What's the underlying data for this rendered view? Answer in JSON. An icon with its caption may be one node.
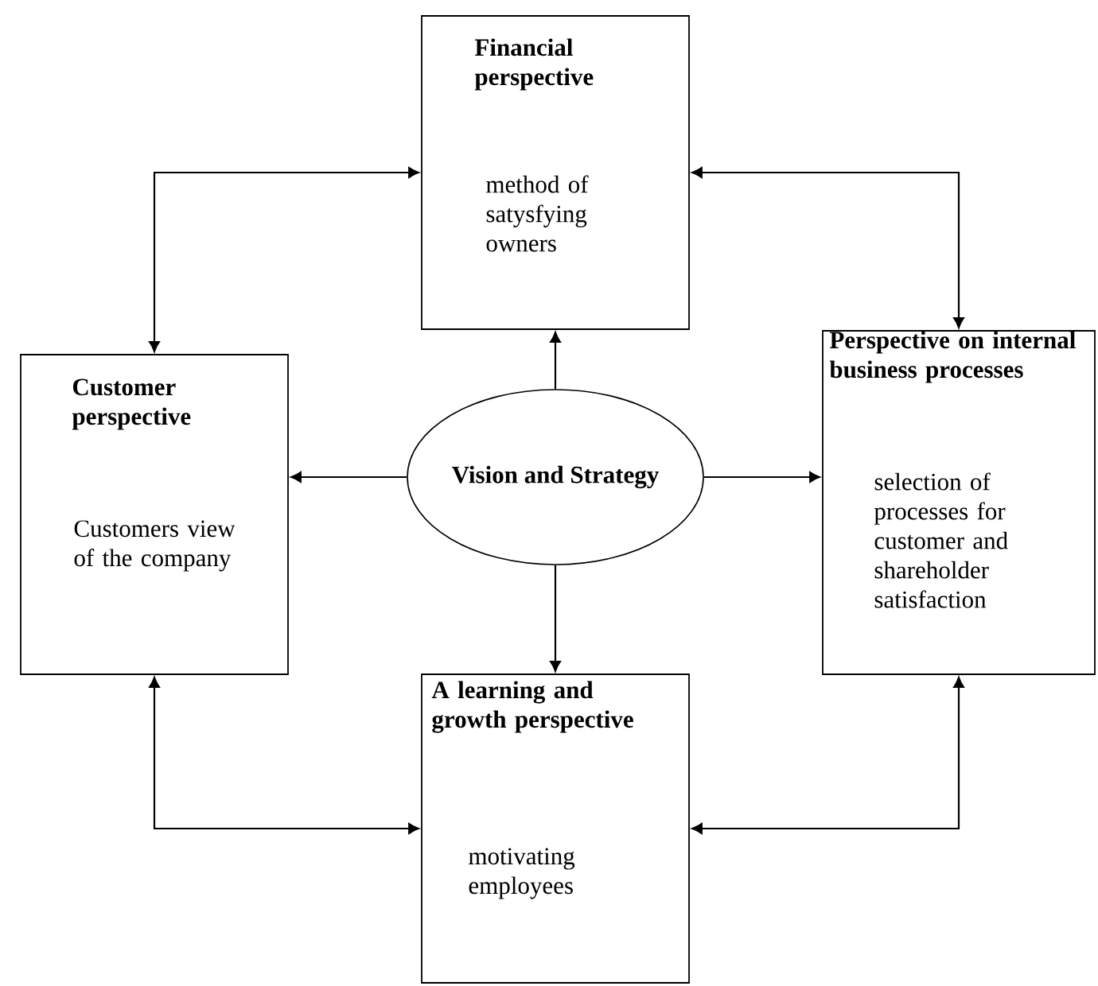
{
  "diagram": {
    "nodes": [
      {
        "text": [
          "Financial perspective",
          "method of satysfying owners"
        ]
      },
      {
        "text": [
          "Customer perspective",
          "Customers view of the company"
        ]
      },
      {
        "text": [
          "Vision and Strategy"
        ]
      },
      {
        "text": [
          "Perspective on internal business processes",
          "selection of processes for customer and shareholder satisfaction"
        ]
      },
      {
        "text": [
          "A learning and growth perspective",
          "motivating employees"
        ]
      }
    ],
    "edges": [
      {
        "from": 2,
        "to": 0,
        "arrow": "to"
      },
      {
        "from": 2,
        "to": 1,
        "arrow": "to"
      },
      {
        "from": 2,
        "to": 3,
        "arrow": "to"
      },
      {
        "from": 2,
        "to": 4,
        "arrow": "to"
      },
      {
        "from": 1,
        "to": 0,
        "arrow": "both"
      },
      {
        "from": 0,
        "to": 3,
        "arrow": "both"
      },
      {
        "from": 1,
        "to": 4,
        "arrow": "both"
      },
      {
        "from": 3,
        "to": 4,
        "arrow": "both"
      }
    ]
  }
}
